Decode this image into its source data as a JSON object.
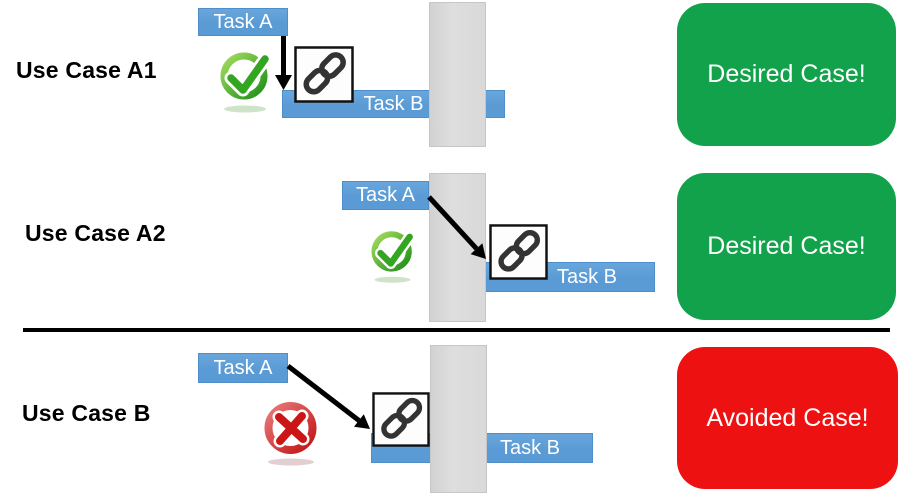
{
  "colors": {
    "task_bar_fill": "#5B9BD5",
    "task_bar_border": "#4E8ECB",
    "milestone_fill": "#D9D9D9",
    "milestone_border": "#C6C6C6",
    "desired_fill": "#12A24B",
    "avoided_fill": "#EE1111",
    "arrow_color": "#000000",
    "divider_color": "#000000",
    "bar_text_color": "#FFFFFF",
    "label_text_color": "#000000",
    "check_green": "#33A521",
    "cross_red": "#CC1616",
    "link_icon_color": "#333333"
  },
  "rows": [
    {
      "label": "Use Case A1",
      "task_a_label": "Task A",
      "task_b_label": "Task B",
      "status_icon": "check-mark",
      "result_label": "Desired Case!",
      "result_type": "desired"
    },
    {
      "label": "Use Case A2",
      "task_a_label": "Task A",
      "task_b_label": "Task B",
      "status_icon": "check-mark",
      "result_label": "Desired Case!",
      "result_type": "desired"
    },
    {
      "label": "Use Case B",
      "task_a_label": "Task A",
      "task_b_label": "Task B",
      "status_icon": "cross-mark",
      "result_label": "Avoided Case!",
      "result_type": "avoided"
    }
  ]
}
